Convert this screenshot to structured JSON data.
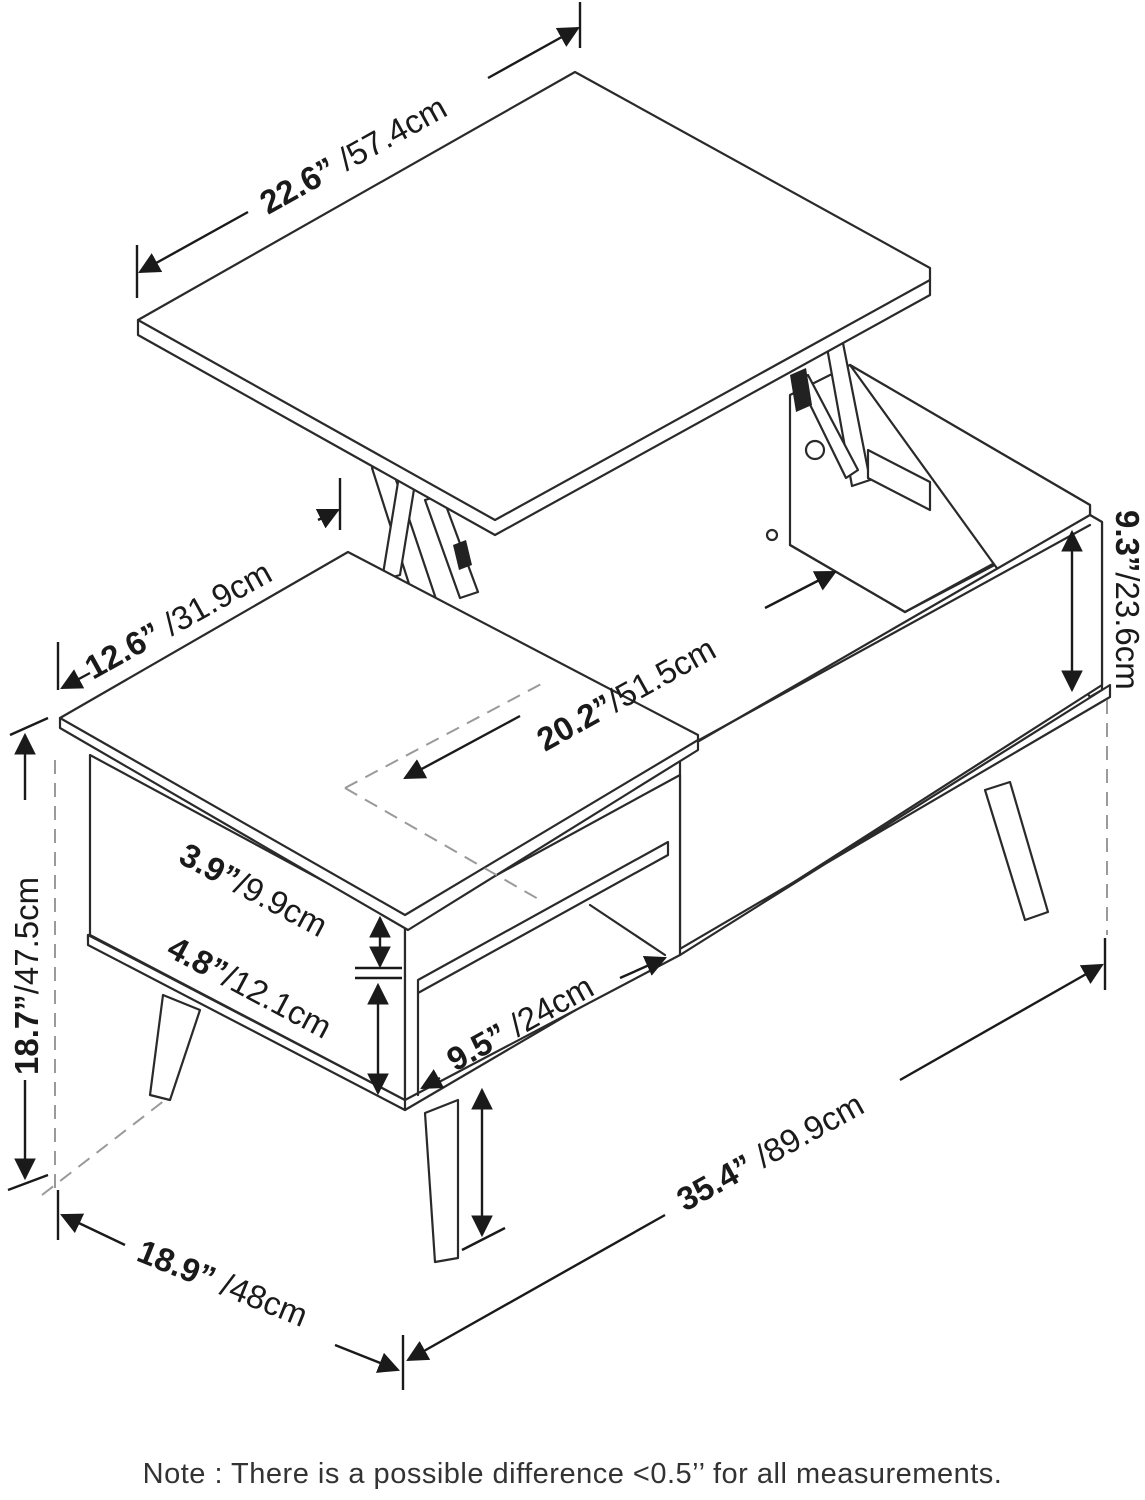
{
  "dimensions": {
    "lift_top_width": {
      "bold": "22.6”",
      "rest": " /57.4cm"
    },
    "lift_top_depth": {
      "bold": "12.6”",
      "rest": " /31.9cm"
    },
    "storage_depth": {
      "bold": "20.2”",
      "rest": "/51.5cm"
    },
    "storage_height": {
      "bold": "9.3”",
      "rest": "/23.6cm"
    },
    "overall_height": {
      "bold": "18.7”",
      "rest": "/47.5cm"
    },
    "shelf_gap_upper": {
      "bold": "3.9”",
      "rest": "/9.9cm"
    },
    "shelf_gap_lower": {
      "bold": "4.8”",
      "rest": "/12.1cm"
    },
    "shelf_depth": {
      "bold": "9.5”",
      "rest": " /24cm"
    },
    "overall_width": {
      "bold": "35.4”",
      "rest": " /89.9cm"
    },
    "overall_depth": {
      "bold": "18.9”",
      "rest": " /48cm"
    }
  },
  "note": "Note : There is a possible difference <0.5’’ for all measurements."
}
